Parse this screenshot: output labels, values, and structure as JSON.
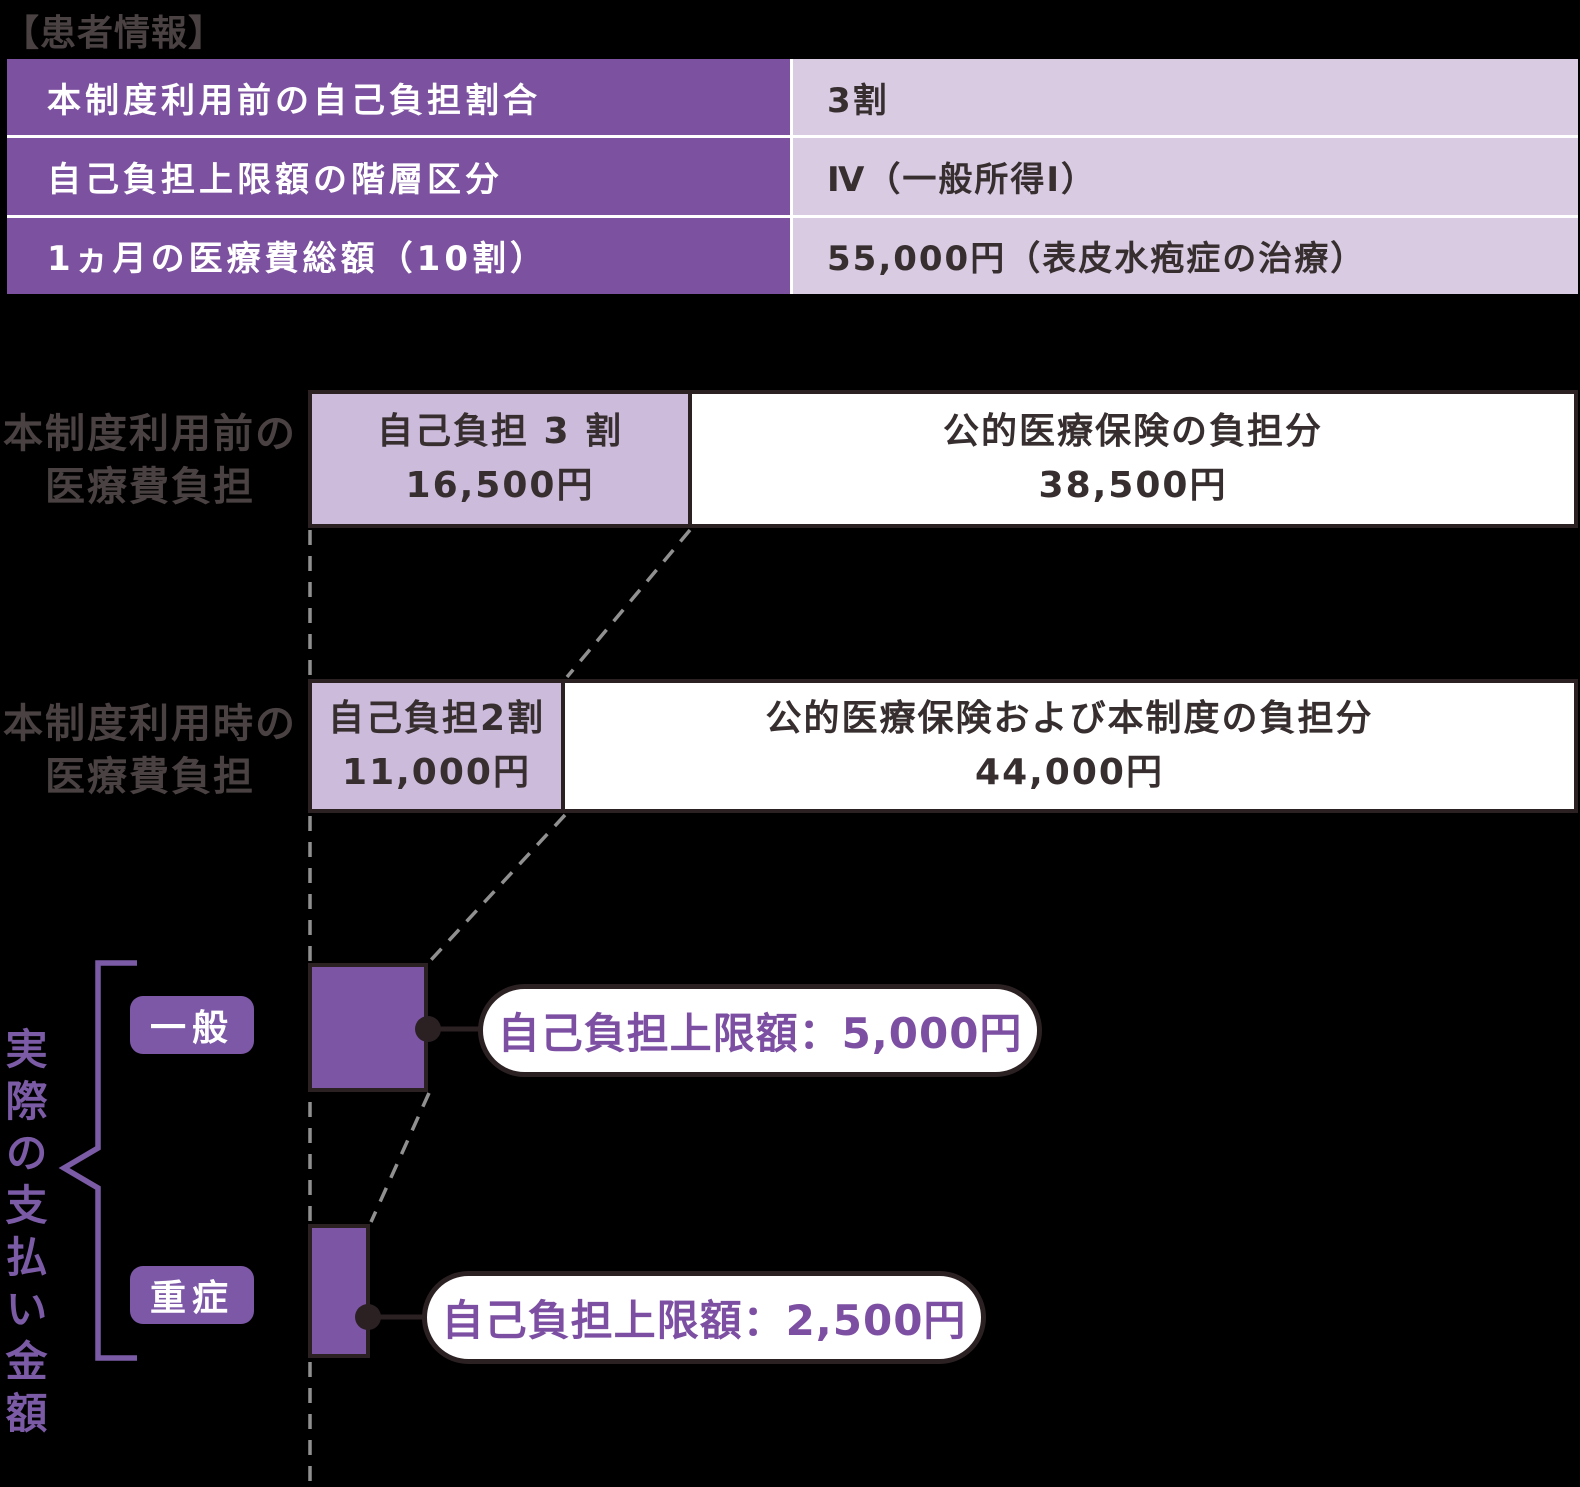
{
  "title": "【患者情報】",
  "patient_table": {
    "rows": [
      {
        "label": "本制度利用前の自己負担割合",
        "value": "3割"
      },
      {
        "label": "自己負担上限額の階層区分",
        "value": "Ⅳ（一般所得Ⅰ）"
      },
      {
        "label": "1ヵ月の医療費総額（10割）",
        "value": "55,000円（表皮水疱症の治療）"
      }
    ]
  },
  "flow": {
    "before": {
      "row_label_line1": "本制度利用前の",
      "row_label_line2": "医療費負担",
      "self": {
        "line1": "自己負担 3 割",
        "line2": "16,500円"
      },
      "public": {
        "line1": "公的医療保険の負担分",
        "line2": "38,500円"
      }
    },
    "after": {
      "row_label_line1": "本制度利用時の",
      "row_label_line2": "医療費負担",
      "self": {
        "line1": "自己負担2割",
        "line2": "11,000円"
      },
      "public": {
        "line1": "公的医療保険および本制度の負担分",
        "line2": "44,000円"
      }
    }
  },
  "actual": {
    "group_label": "実際の支払い金額",
    "general": {
      "badge": "一般",
      "callout": "自己負担上限額：5,000円"
    },
    "severe": {
      "badge": "重症",
      "callout": "自己負担上限額：2,500円"
    }
  },
  "chart_data": {
    "type": "bar",
    "unit": "円",
    "total_monthly_cost": 55000,
    "bars": [
      {
        "name": "本制度利用前の医療費負担",
        "segments": [
          {
            "label": "自己負担3割",
            "value": 16500
          },
          {
            "label": "公的医療保険の負担分",
            "value": 38500
          }
        ]
      },
      {
        "name": "本制度利用時の医療費負担",
        "segments": [
          {
            "label": "自己負担2割",
            "value": 11000
          },
          {
            "label": "公的医療保険および本制度の負担分",
            "value": 44000
          }
        ]
      },
      {
        "name": "実際の支払い金額（一般）",
        "segments": [
          {
            "label": "自己負担上限額",
            "value": 5000
          }
        ]
      },
      {
        "name": "実際の支払い金額（重症）",
        "segments": [
          {
            "label": "自己負担上限額",
            "value": 2500
          }
        ]
      }
    ]
  },
  "colors": {
    "brand_purple": "#7C519F",
    "accent_purple": "#7C55A4",
    "badge_purple": "#7C58A7",
    "light_purple": "#CDBBDB",
    "pale_purple": "#D8CBE2",
    "outline": "#2B2123",
    "text_dark": "#4A4242",
    "cell_text": "#362E2F",
    "callout_text": "#7D4FA3",
    "dash_gray": "#909090",
    "bracket_purple": "#7B5BA5",
    "bg": "#000000"
  }
}
